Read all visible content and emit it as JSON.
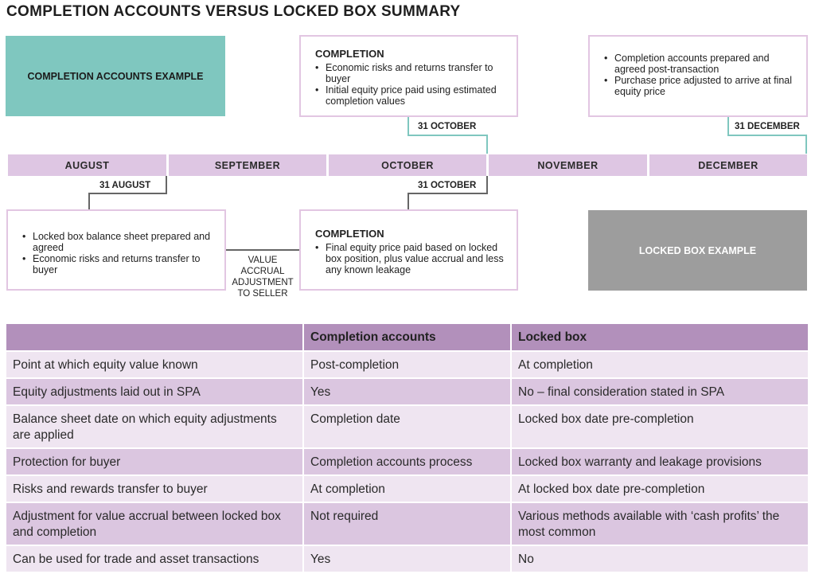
{
  "title": "COMPLETION ACCOUNTS VERSUS LOCKED BOX SUMMARY",
  "colors": {
    "completion_example_bg": "#7fc7bf",
    "locked_box_example_bg": "#9d9d9d",
    "month_bar": "#dec6e3",
    "box_border": "#e2c6e2",
    "teal_connector": "#7fc7bf",
    "grey_connector": "#666666",
    "table_header": "#b290bb",
    "table_row_light": "#efe5f1",
    "table_row_dark": "#dbc6e0"
  },
  "completion_example": {
    "label": "COMPLETION ACCOUNTS EXAMPLE"
  },
  "locked_box_example": {
    "label": "LOCKED BOX EXAMPLE"
  },
  "top_completion_box": {
    "heading": "COMPLETION",
    "bullets": [
      "Economic risks and returns transfer to buyer",
      "Initial equity price paid using estimated completion values"
    ]
  },
  "top_right_box": {
    "bullets": [
      "Completion accounts prepared and agreed post-transaction",
      "Purchase price adjusted to arrive at final equity price"
    ]
  },
  "bottom_left_box": {
    "bullets": [
      "Locked box balance sheet prepared and agreed",
      "Economic risks and returns transfer to buyer"
    ]
  },
  "bottom_completion_box": {
    "heading": "COMPLETION",
    "bullets": [
      "Final equity price paid based on locked box position, plus value accrual and less any known leakage"
    ]
  },
  "dates": {
    "top_october": "31 OCTOBER",
    "top_december": "31 DECEMBER",
    "bottom_august": "31 AUGUST",
    "bottom_october": "31 OCTOBER"
  },
  "months": [
    "AUGUST",
    "SEPTEMBER",
    "OCTOBER",
    "NOVEMBER",
    "DECEMBER"
  ],
  "value_accrual_label": "VALUE ACCRUAL ADJUSTMENT TO SELLER",
  "table": {
    "headers": [
      "",
      "Completion accounts",
      "Locked box"
    ],
    "rows": [
      [
        "Point at which equity value known",
        "Post-completion",
        "At completion"
      ],
      [
        "Equity adjustments laid out in SPA",
        "Yes",
        "No – final consideration stated in SPA"
      ],
      [
        "Balance sheet date on which equity adjustments are applied",
        "Completion date",
        "Locked box date pre-completion"
      ],
      [
        "Protection for buyer",
        "Completion accounts process",
        "Locked box warranty and leakage provisions"
      ],
      [
        "Risks and rewards transfer to buyer",
        "At completion",
        "At locked box date pre-completion"
      ],
      [
        "Adjustment for value accrual between locked box and completion",
        "Not required",
        "Various methods available with ‘cash profits’ the most common"
      ],
      [
        "Can be used for trade and asset transactions",
        "Yes",
        "No"
      ]
    ]
  }
}
